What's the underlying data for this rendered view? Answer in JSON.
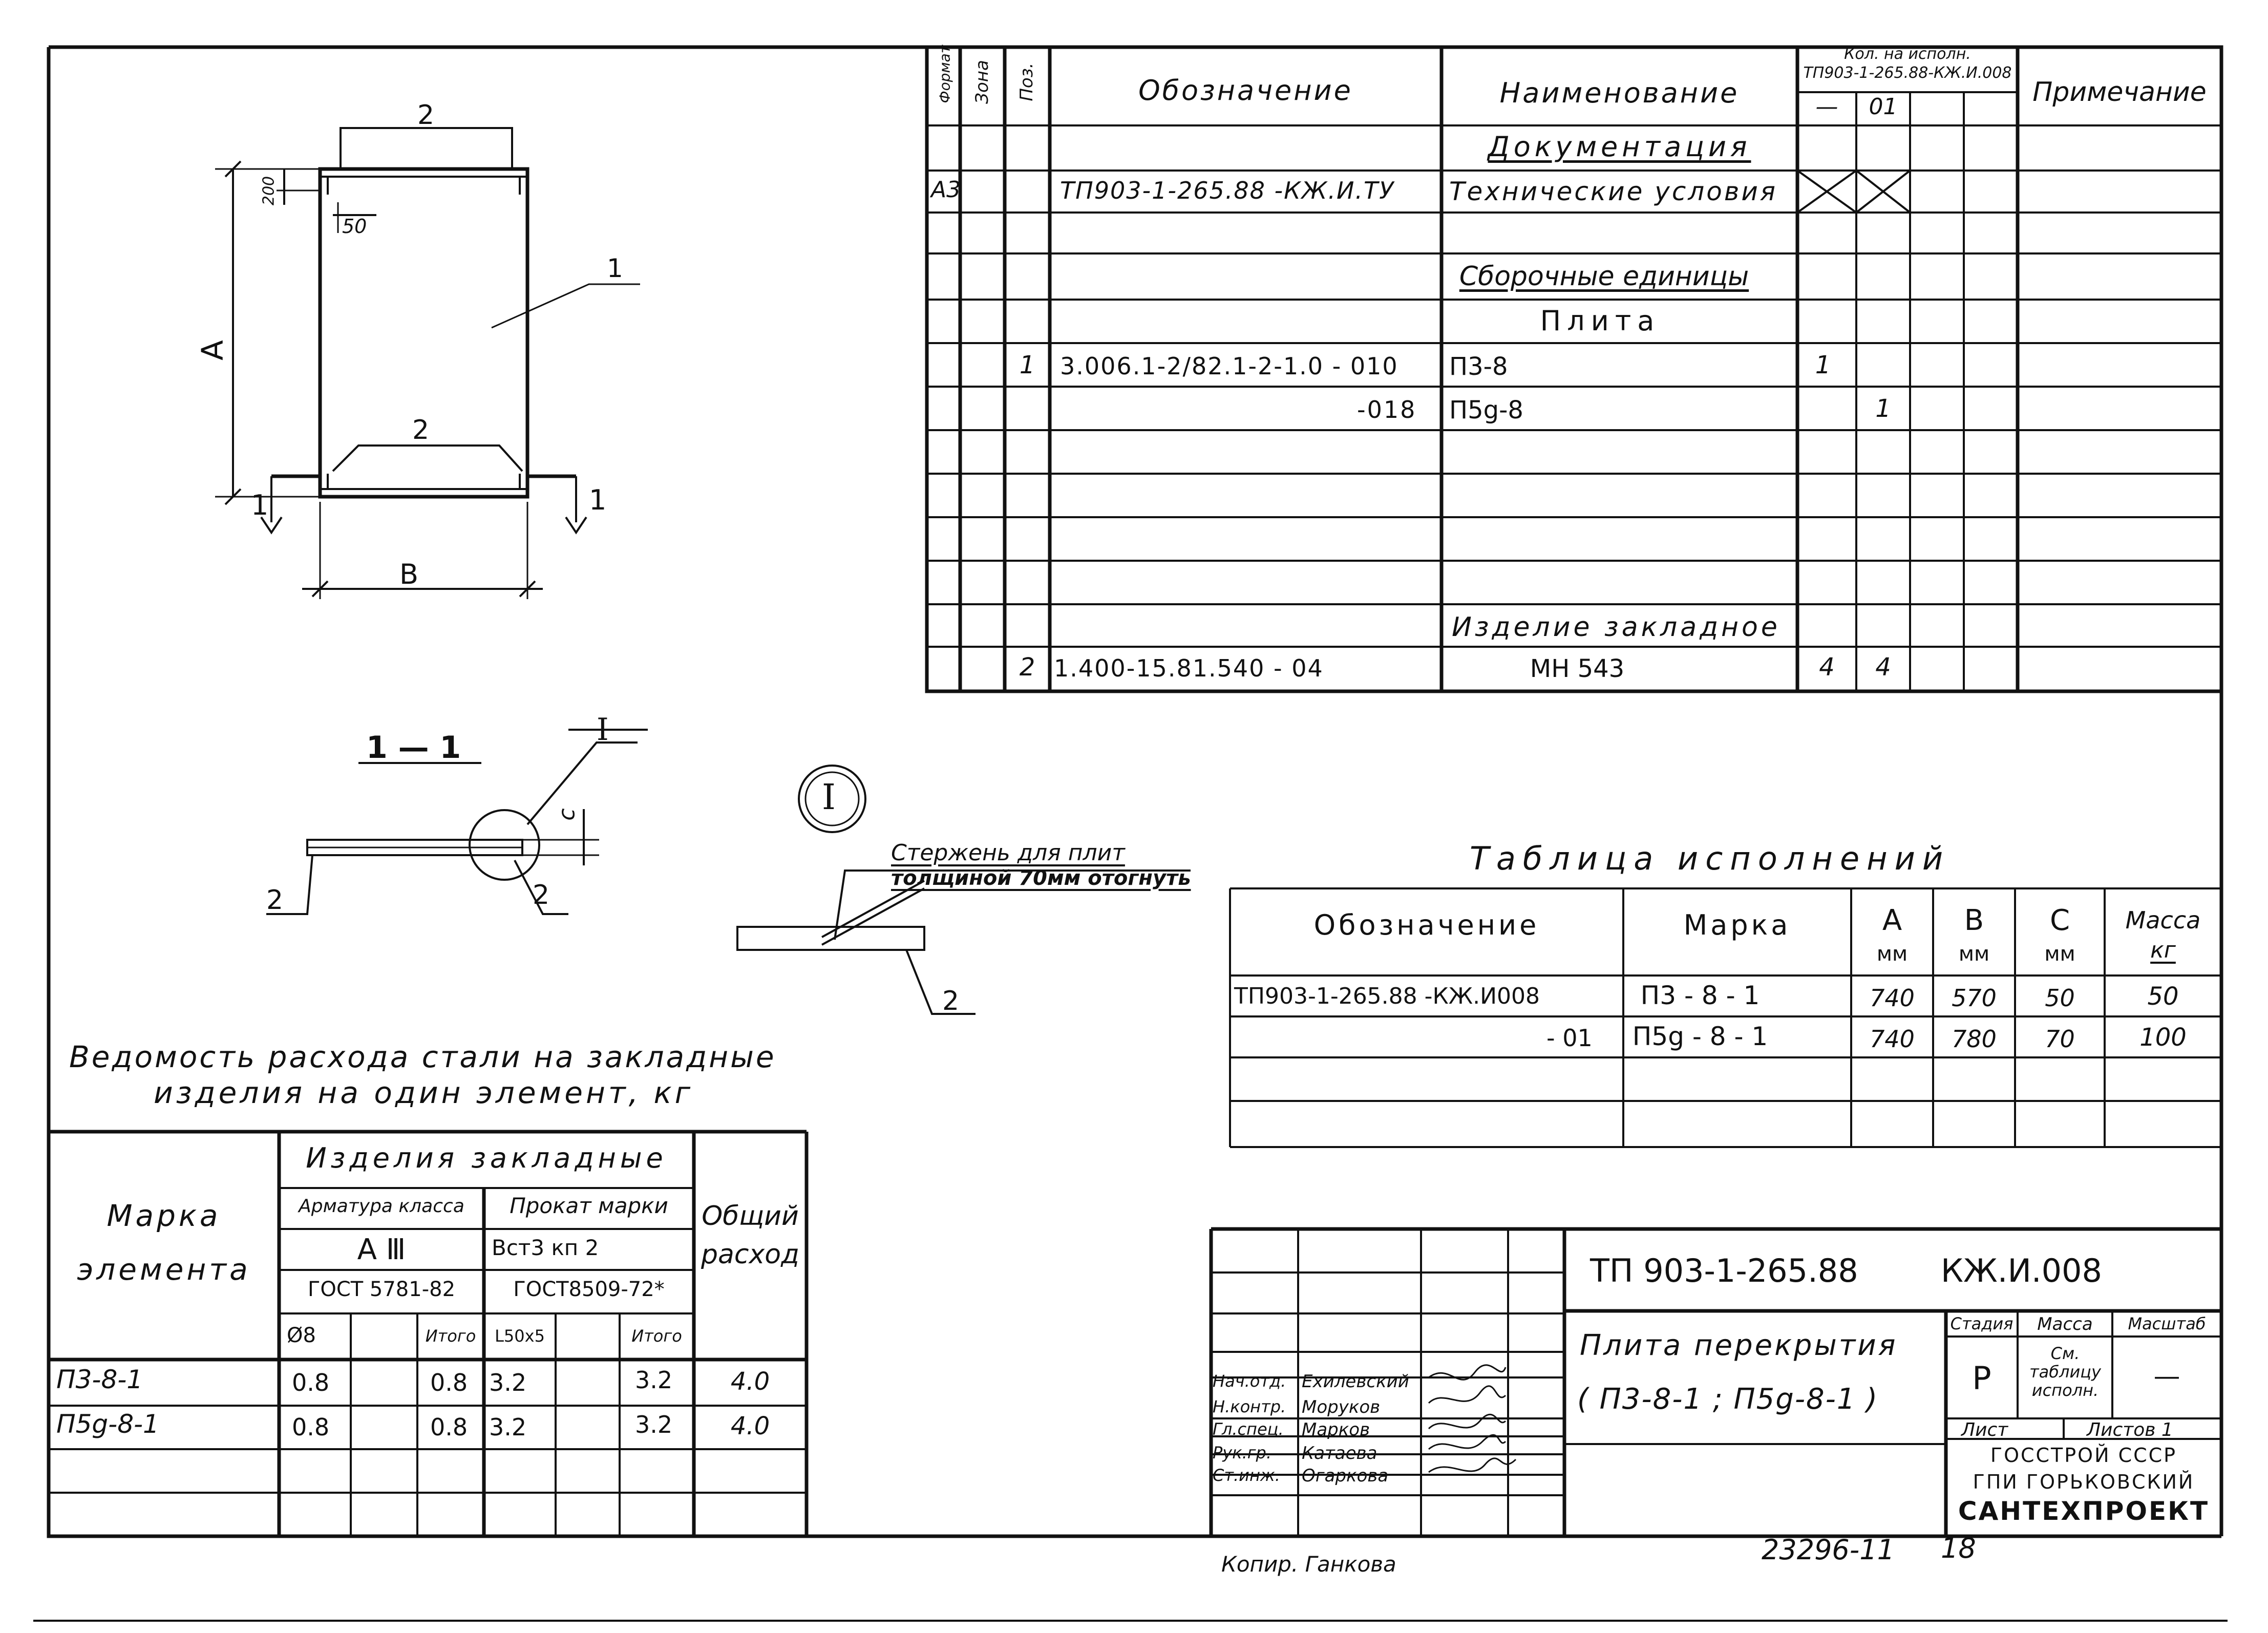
{
  "spec": {
    "headers": {
      "format": "Формат",
      "zone": "Зона",
      "pos": "Поз.",
      "designation": "Обозначение",
      "name": "Наименование",
      "qty_top": "Кол. на исполн.",
      "qty_doc": "ТП903-1-265.88-КЖ.И.008",
      "qty_v1": "—",
      "qty_v2": "01",
      "note": "Примечание"
    },
    "rows": [
      {
        "name": "Документация"
      },
      {
        "format": "А3",
        "designation": "ТП903-1-265.88 -КЖ.И.ТУ",
        "name": "Технические условия"
      },
      {
        "name": "Сборочные единицы"
      },
      {
        "name": "Плита"
      },
      {
        "pos": "1",
        "designation": "3.006.1-2/82.1-2-1.0 - 010",
        "name": "П3-8",
        "q1": "1"
      },
      {
        "designation": "-018",
        "name": "П5g-8",
        "q2": "1"
      },
      {
        "name": "Изделие закладное"
      },
      {
        "pos": "2",
        "designation": "1.400-15.81.540 - 04",
        "name": "МН 543",
        "q1": "4",
        "q2": "4"
      }
    ]
  },
  "plan": {
    "dim_top": "2",
    "dim_200": "200",
    "dim_50": "50",
    "label_1": "1",
    "label_2": "2",
    "dim_a": "А",
    "dim_b": "В",
    "cut_left": "1",
    "cut_right": "1"
  },
  "section": {
    "title": "1 — 1",
    "callout": "I",
    "dim_c": "с",
    "label_left": "2",
    "label_right": "2",
    "detail_mark": "I",
    "note_line1": "Стержень для плит",
    "note_line2": "толщиной 70мм отогнуть",
    "detail_label": "2"
  },
  "variants": {
    "title": "Таблица исполнений",
    "headers": {
      "designation": "Обозначение",
      "mark": "Марка",
      "a": "А",
      "b": "В",
      "c": "С",
      "unit": "мм",
      "mass": "Масса",
      "mass_unit": "кг"
    },
    "rows": [
      {
        "designation": "ТП903-1-265.88 -КЖ.И008",
        "mark": "П3 - 8 - 1",
        "a": "740",
        "b": "570",
        "c": "50",
        "mass": "50"
      },
      {
        "designation": "- 01",
        "mark": "П5g - 8 - 1",
        "a": "740",
        "b": "780",
        "c": "70",
        "mass": "100"
      }
    ]
  },
  "steel": {
    "title1": "Ведомость расхода стали на закладные",
    "title2": "изделия на один элемент, кг",
    "h_mark1": "Марка",
    "h_mark2": "элемента",
    "h_items": "Изделия закладные",
    "h_rebar": "Арматура класса",
    "h_rebar_class": "А Ⅲ",
    "h_rebar_gost": "ГОСТ 5781-82",
    "h_rolled": "Прокат марки",
    "h_rolled_grade": "Вст3 кп 2",
    "h_rolled_gost": "ГОСТ8509-72*",
    "h_diam": "Ø8",
    "h_total": "Итого",
    "h_angle": "L50х5",
    "h_total2": "Итого",
    "h_sum1": "Общий",
    "h_sum2": "расход",
    "rows": [
      {
        "mark": "П3-8-1",
        "d8": "0.8",
        "t1": "0.8",
        "l50": "3.2",
        "t2": "3.2",
        "sum": "4.0"
      },
      {
        "mark": "П5g-8-1",
        "d8": "0.8",
        "t1": "0.8",
        "l50": "3.2",
        "t2": "3.2",
        "sum": "4.0"
      }
    ]
  },
  "stamp": {
    "code": "ТП 903-1-265.88",
    "code2": "КЖ.И.008",
    "title1": "Плита перекрытия",
    "title2": "( П3-8-1 ; П5g-8-1 )",
    "stage_h": "Стадия",
    "mass_h": "Масса",
    "scale_h": "Масштаб",
    "stage": "Р",
    "mass": "См. таблицу исполн.",
    "scale": "—",
    "sheet": "Лист",
    "sheets": "Листов 1",
    "org1": "ГОССТРОЙ СССР",
    "org2": "ГПИ ГОРЬКОВСКИЙ",
    "org3": "САНТЕХПРОЕКТ",
    "signers": [
      {
        "role": "Нач.отд.",
        "name": "Ехилевский"
      },
      {
        "role": "Н.контр.",
        "name": "Моруков"
      },
      {
        "role": "Гл.спец.",
        "name": "Марков"
      },
      {
        "role": "Рук.гр.",
        "name": "Катаева"
      },
      {
        "role": "Ст.инж.",
        "name": "Огаркова"
      }
    ]
  },
  "footer": {
    "copier": "Копир. Ганкова",
    "number": "23296-11",
    "page": "18"
  }
}
